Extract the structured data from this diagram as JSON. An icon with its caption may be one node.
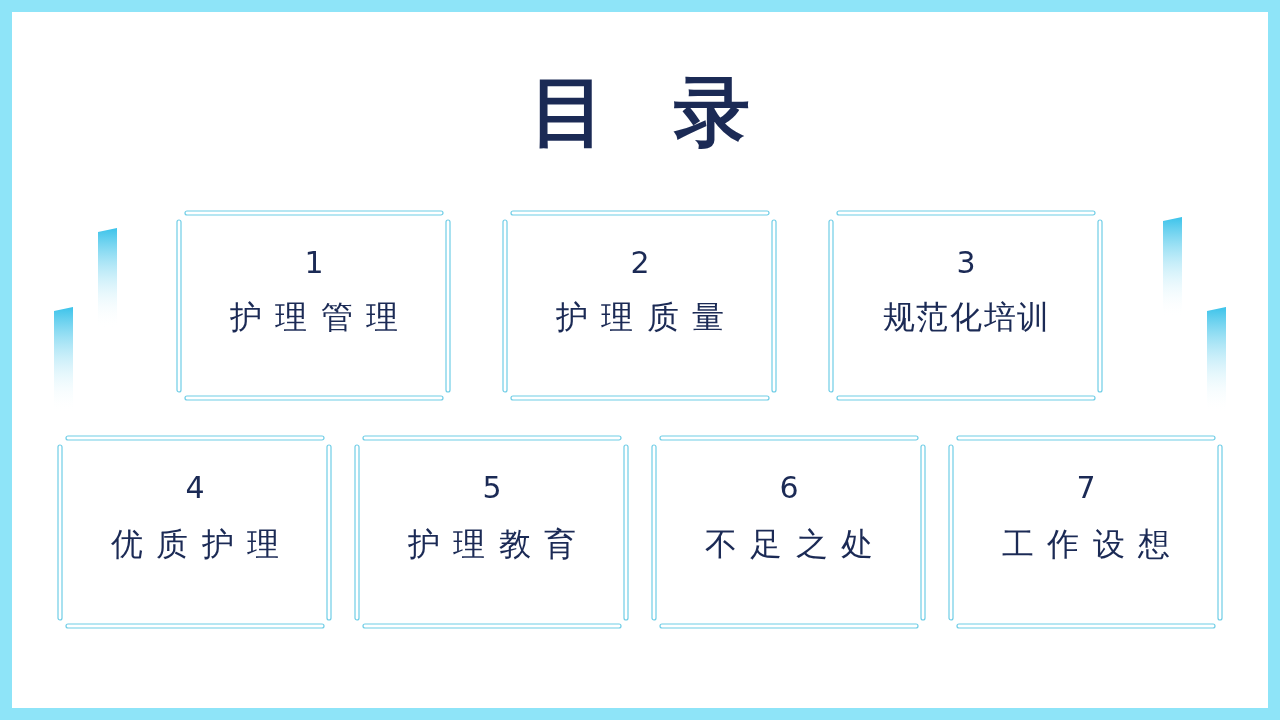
{
  "diagram": {
    "title": "目录",
    "nodes": [
      {
        "text": [
          "1",
          "护理管理"
        ]
      },
      {
        "text": [
          "2",
          "护理质量"
        ]
      },
      {
        "text": [
          "3",
          "规范化培训"
        ]
      },
      {
        "text": [
          "4",
          "优质护理"
        ]
      },
      {
        "text": [
          "5",
          "护理教育"
        ]
      },
      {
        "text": [
          "6",
          "不足之处"
        ]
      },
      {
        "text": [
          "7",
          "工作设想"
        ]
      }
    ]
  }
}
